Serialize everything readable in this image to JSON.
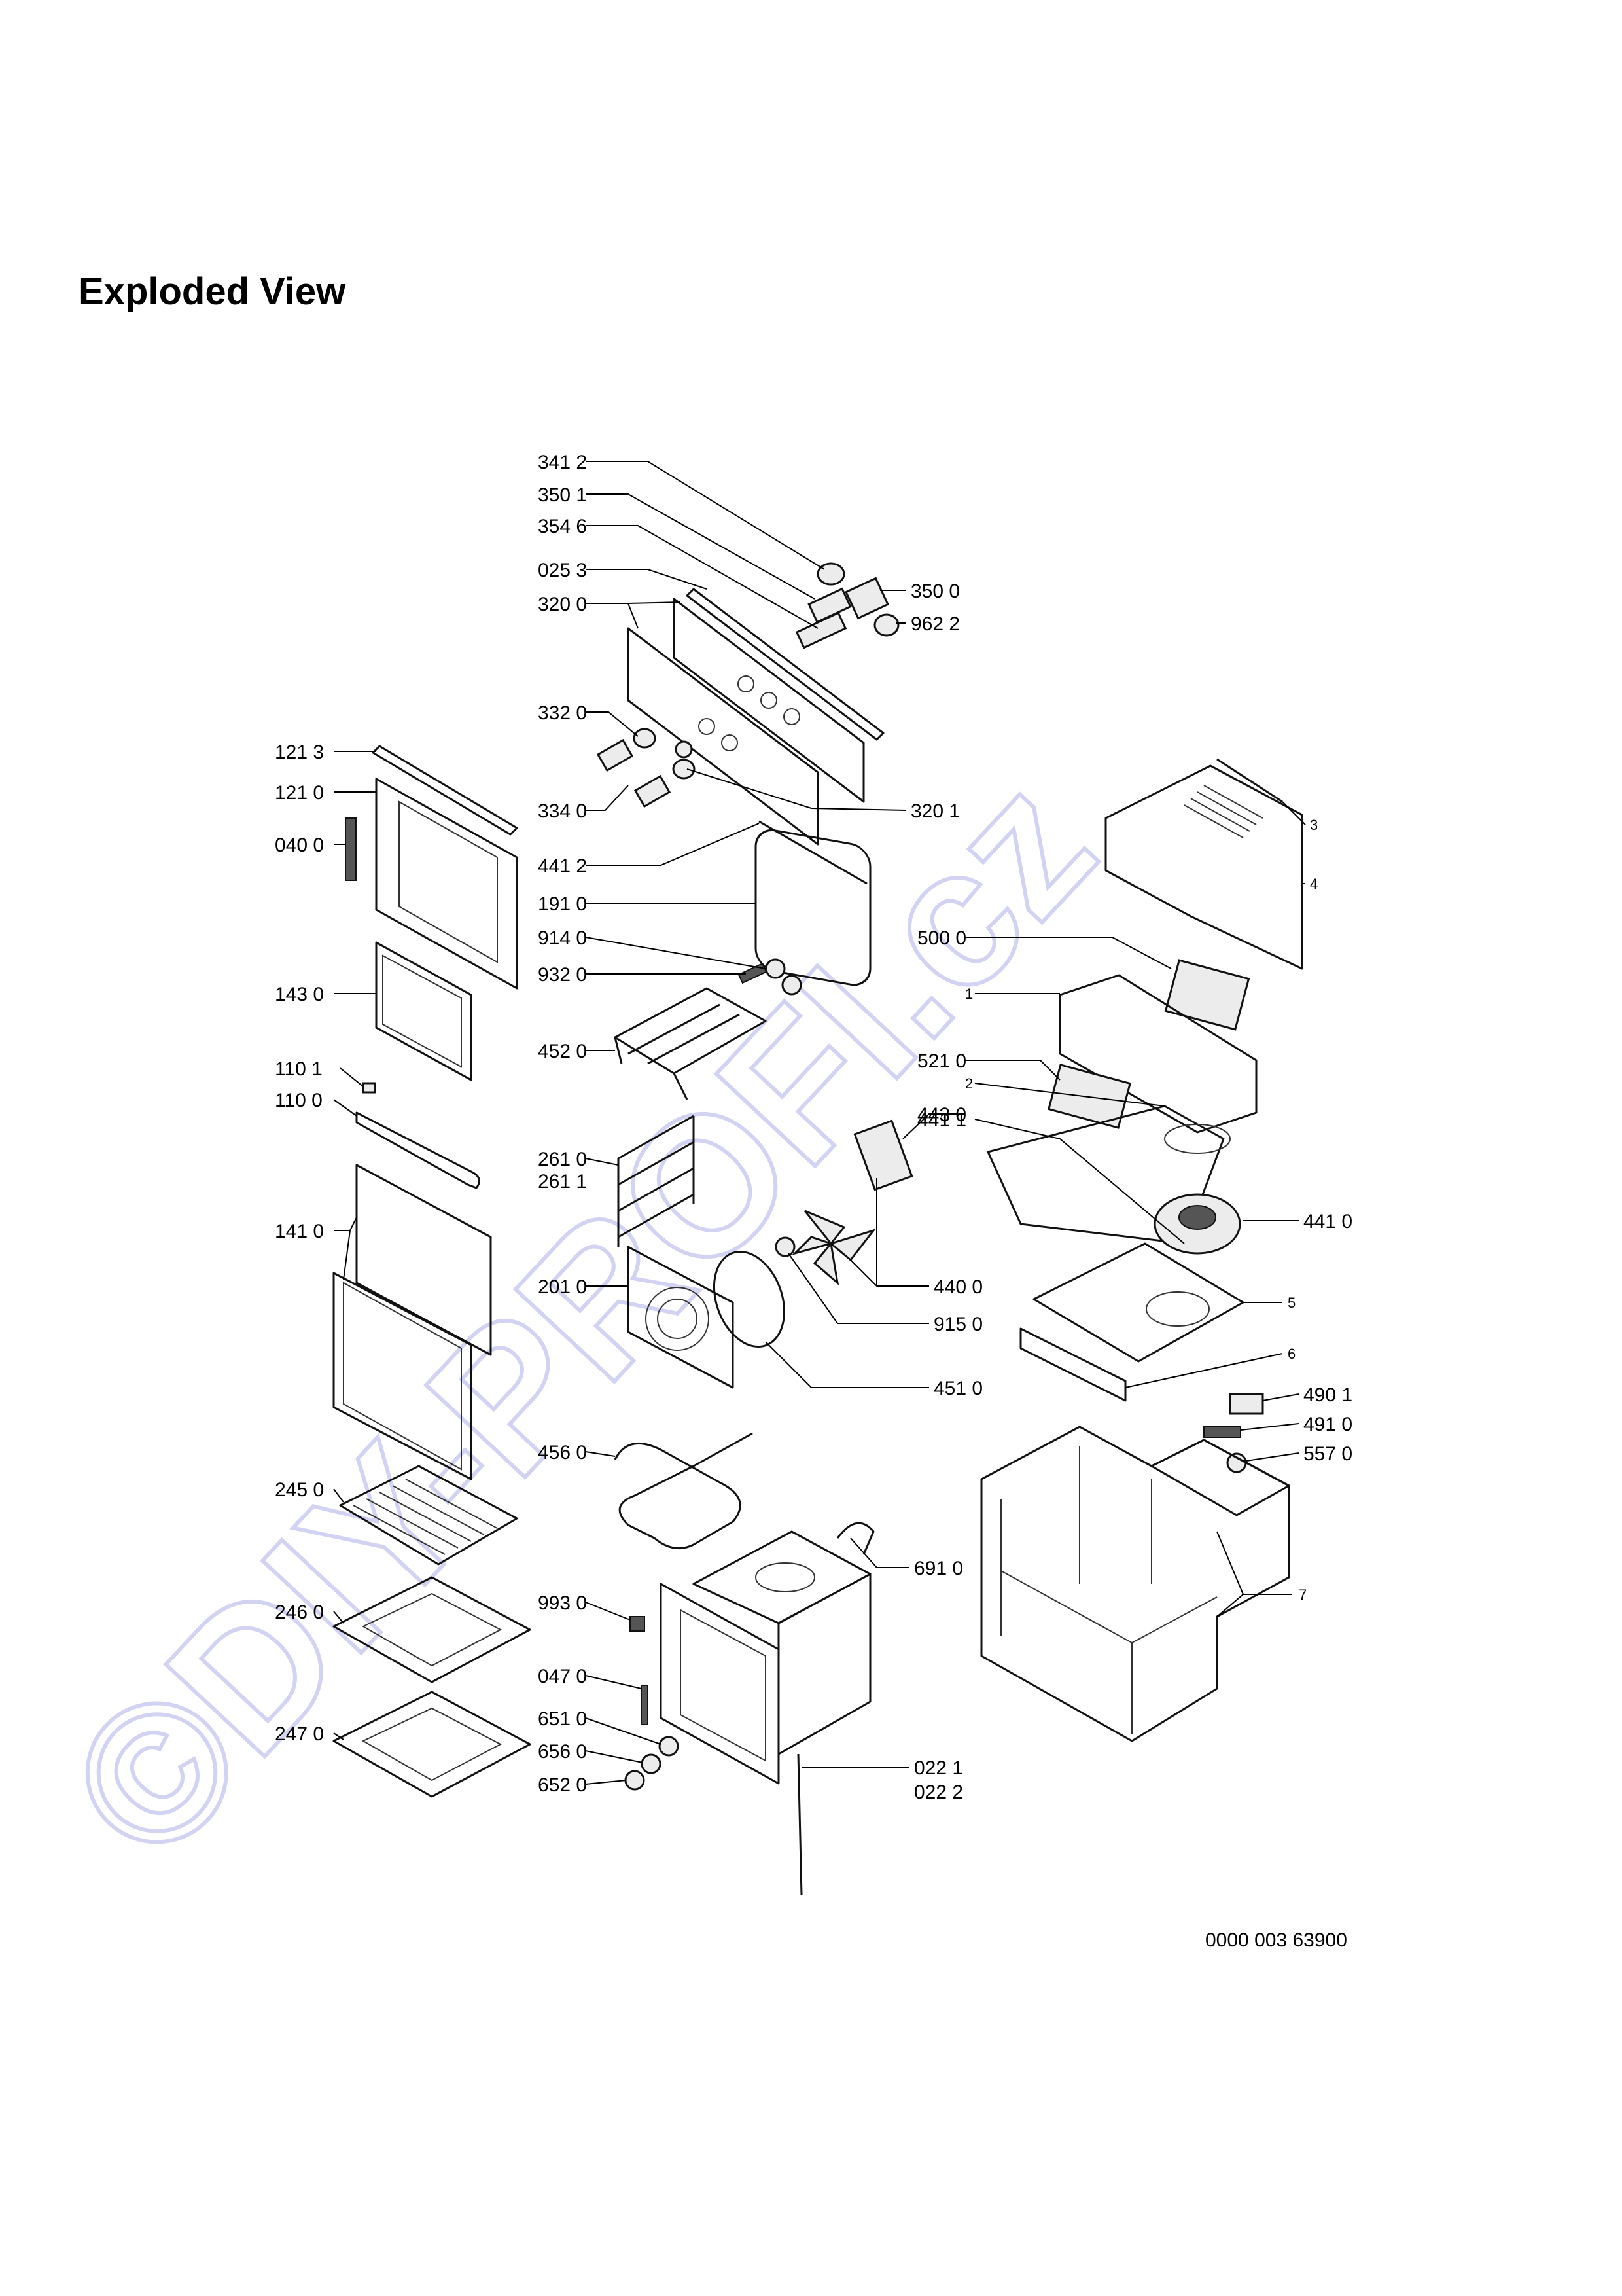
{
  "title": "Exploded View",
  "document_number": "0000 003 63900",
  "watermark": "©DIY-PROFI.cz",
  "colors": {
    "watermark": "#c8c8f0",
    "lines": "#000000"
  },
  "labels": {
    "l3412": "341 2",
    "l3501": "350 1",
    "l3546": "354 6",
    "l0253": "025 3",
    "l3200": "320 0",
    "l3500": "350 0",
    "l9622": "962 2",
    "l3320": "332 0",
    "l3340": "334 0",
    "l3201": "320 1",
    "l1213": "121 3",
    "l1210": "121 0",
    "l0400": "040 0",
    "l4412": "441 2",
    "l1910": "191 0",
    "l9140": "914 0",
    "l9320": "932 0",
    "l1430": "143 0",
    "l4520": "452 0",
    "l1101": "110 1",
    "l1100": "110 0",
    "l5000": "500 0",
    "l5210": "521 0",
    "l4430": "443 0",
    "l2610": "261 0",
    "l2611": "261 1",
    "l4411": "441 1",
    "l4410": "441 0",
    "l1410": "141 0",
    "l2010": "201 0",
    "l4400": "440 0",
    "l9150": "915 0",
    "l4510": "451 0",
    "l4901": "490 1",
    "l4910": "491 0",
    "l5570": "557 0",
    "l4560": "456 0",
    "l2450": "245 0",
    "l6910": "691 0",
    "l9930": "993 0",
    "l2460": "246 0",
    "l0470": "047 0",
    "l6510": "651 0",
    "l6560": "656 0",
    "l6520": "652 0",
    "l2470": "247 0",
    "l0221": "022 1",
    "l0222": "022 2",
    "n1": "1",
    "n2": "2",
    "n3": "3",
    "n4": "4",
    "n5": "5",
    "n6": "6",
    "n7": "7"
  }
}
